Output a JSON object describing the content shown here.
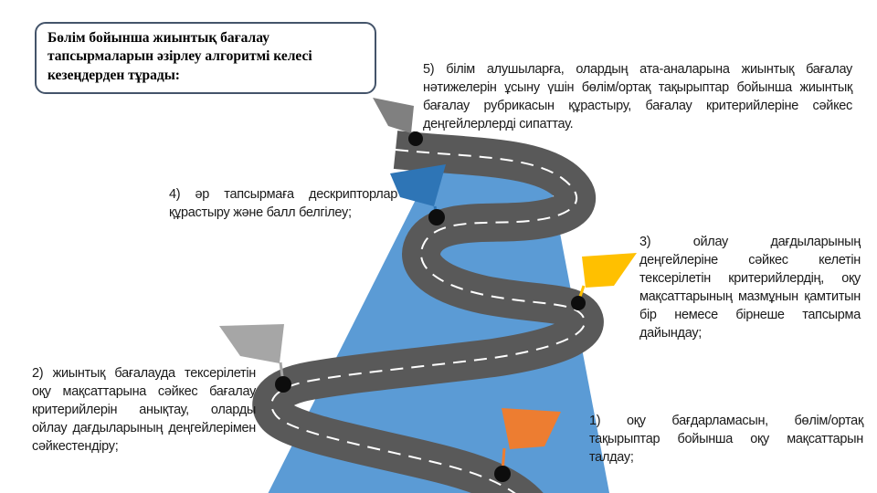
{
  "slide": {
    "title": "Бөлім бойынша жиынтық бағалау тапсырмаларын әзірлеу алгоритмі келесі кезеңдерден тұрады:",
    "steps": [
      {
        "label": "1",
        "text": "1) оқу бағдарламасын, бөлім/ортақ тақырыптар бойынша оқу мақсаттарын талдау;",
        "flag": "orange-flag",
        "flag_color": "#ED7D31"
      },
      {
        "label": "2",
        "text": "2) жиынтық бағалауда тексерілетін оқу мақсаттарына сәйкес бағалау критерийлерін анықтау, оларды ойлау дағдыларының деңгейлерімен сәйкестендіру;",
        "flag": "light-gray-flag",
        "flag_color": "#A6A6A6"
      },
      {
        "label": "3",
        "text": "3) ойлау дағдыларының деңгейлеріне сәйкес келетін тексерілетін критерийлердің, оқу мақсаттарының мазмұнын қамтитын бір немесе бірнеше тапсырма дайындау;",
        "flag": "yellow-flag",
        "flag_color": "#FFC000"
      },
      {
        "label": "4",
        "text": "4) әр тапсырмаға дескрипторлар құрастыру және балл белгілеу;",
        "flag": "blue-flag",
        "flag_color": "#2E75B6"
      },
      {
        "label": "5",
        "text": "5) білім алушыларға, олардың ата-аналарына жиынтық бағалау нәтижелерін ұсыну үшін бөлім/ортақ тақырыптар бойынша жиынтық бағалау рубрикасын құрастыру, бағалау критерийлеріне сәйкес деңгейлерлерді сипаттау.",
        "flag": "dark-gray-flag",
        "flag_color": "#808080"
      }
    ],
    "colors": {
      "hill": "#5B9BD5",
      "road": "#595959",
      "road_center_line": "#FFFFFF",
      "milestone_dot": "#0D0D0D"
    }
  }
}
